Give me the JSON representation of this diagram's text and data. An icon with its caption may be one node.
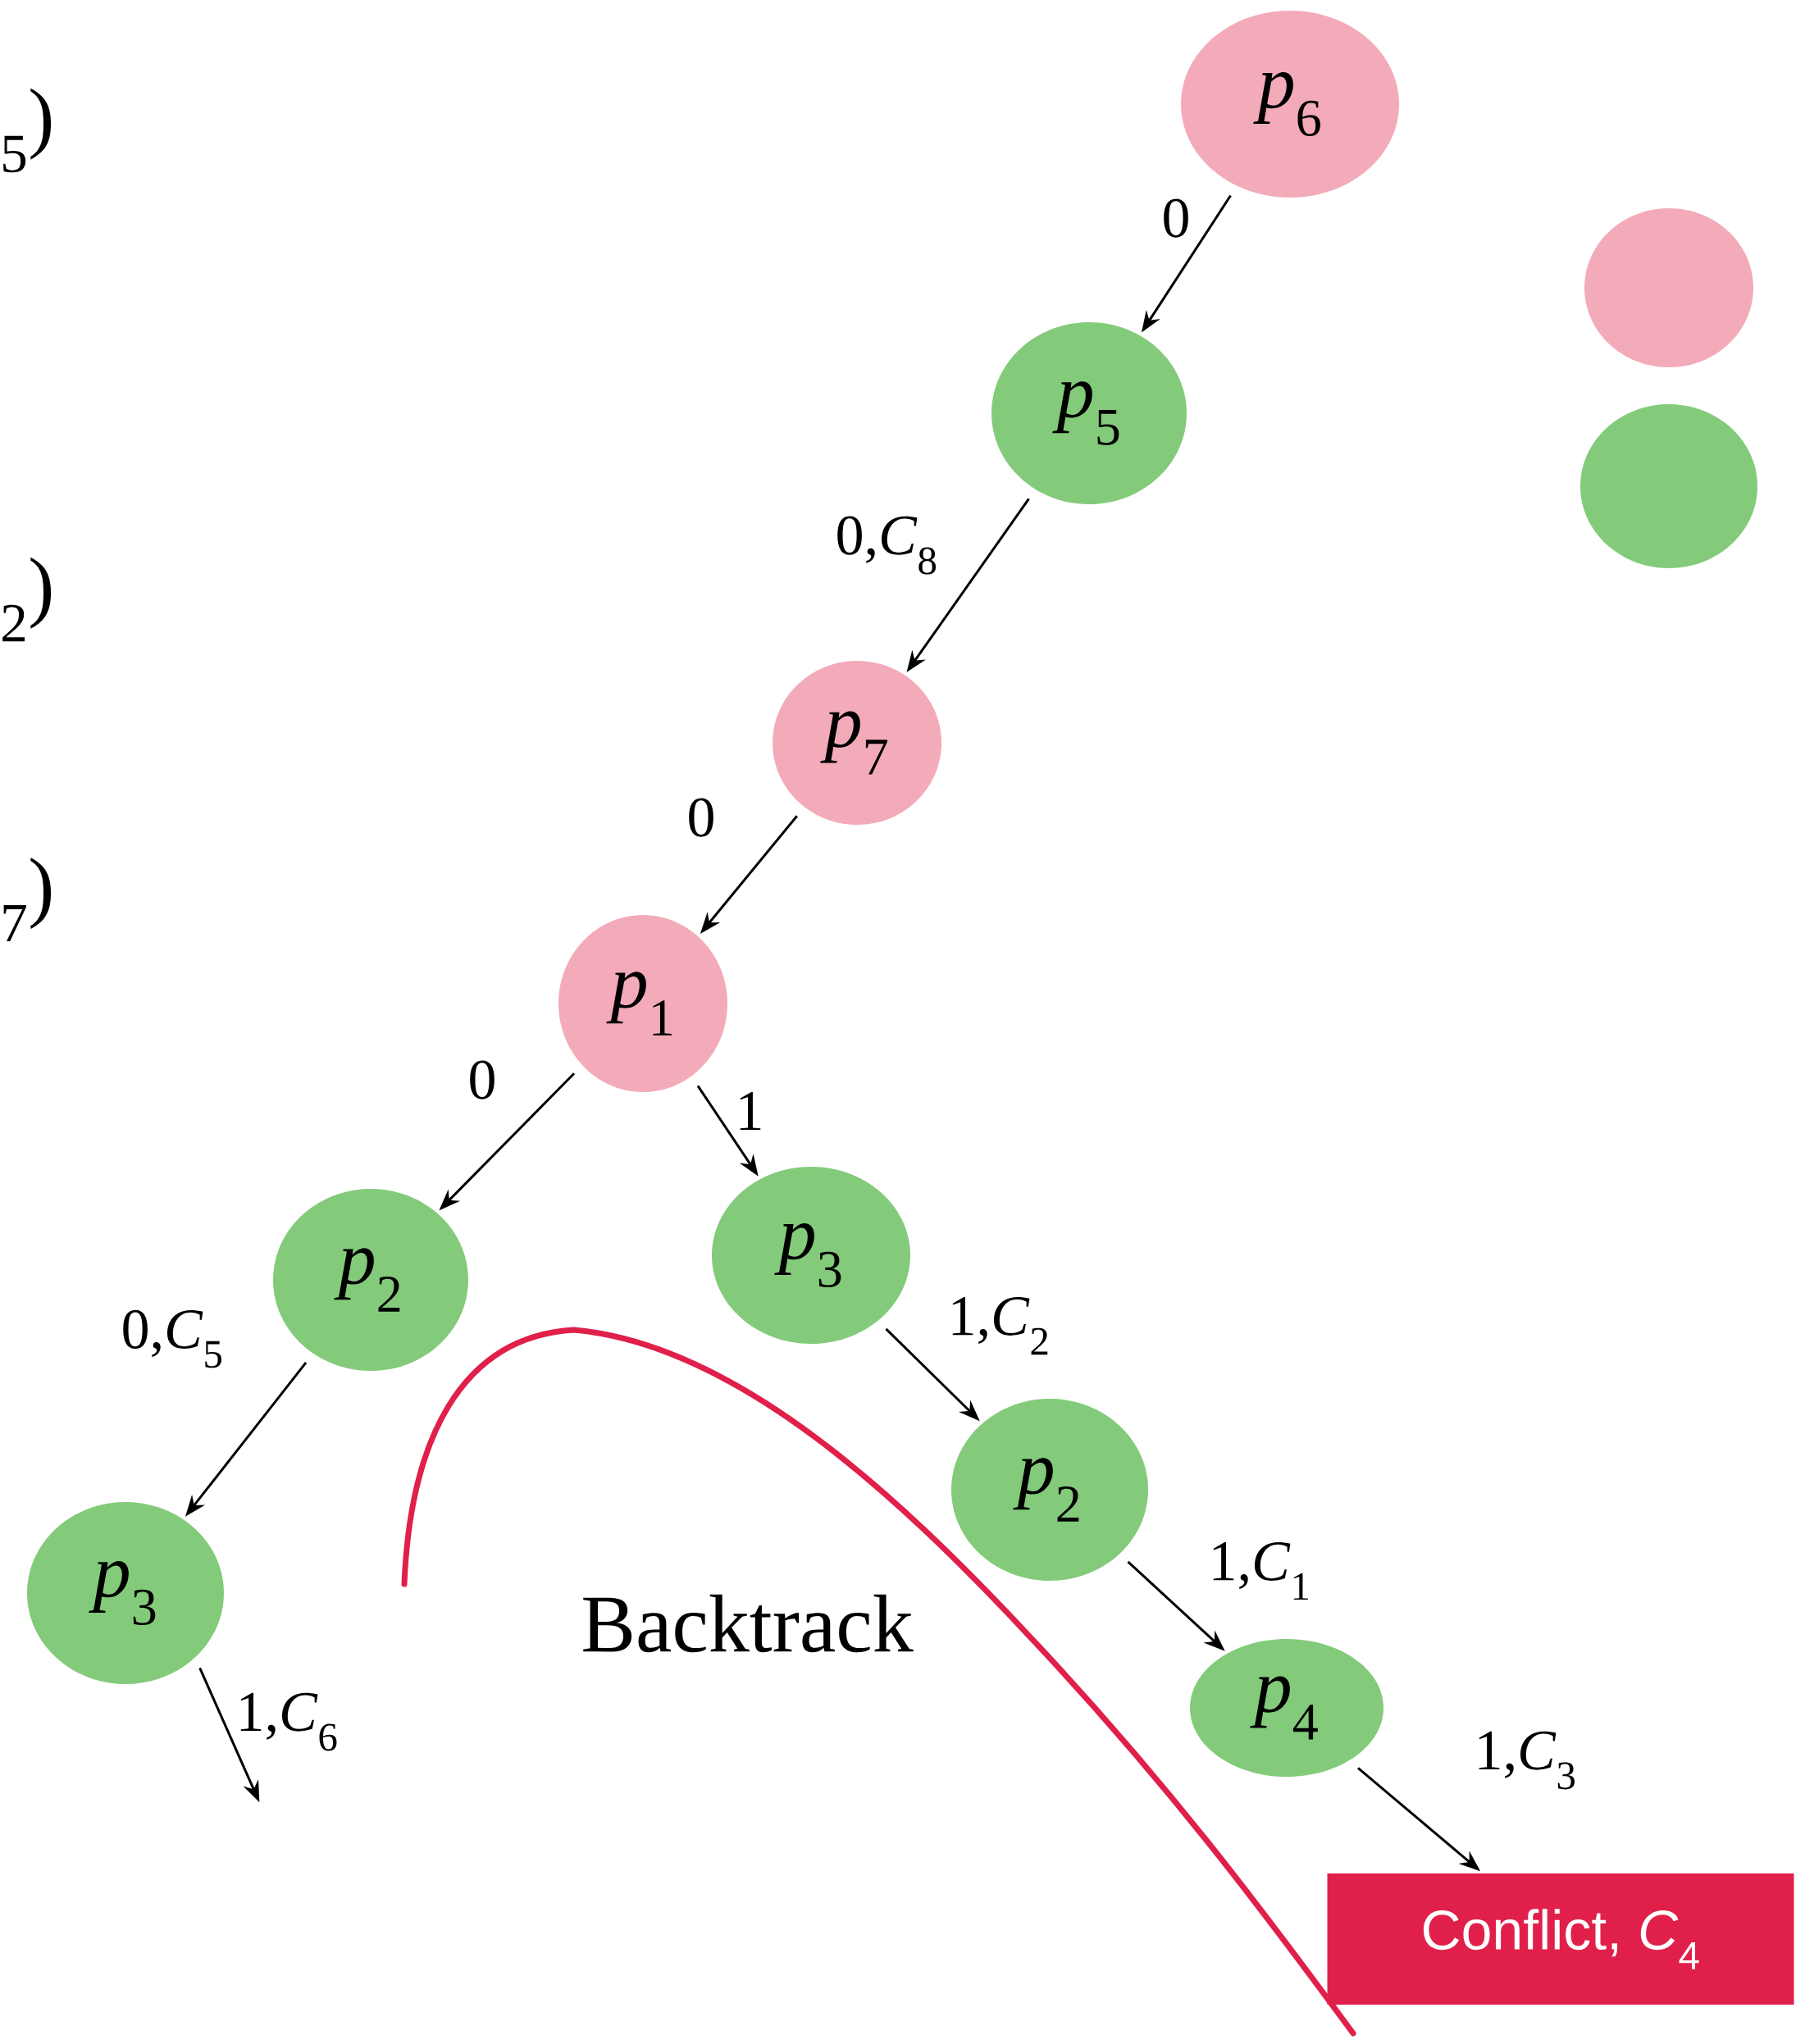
{
  "diagram": {
    "nodes": [
      {
        "text": [
          "*p*$_{6}$"
        ]
      },
      {
        "text": [
          "*p*$_{5}$"
        ]
      },
      {
        "text": [
          "*p*$_{7}$"
        ]
      },
      {
        "text": [
          "*p*$_{1}$"
        ]
      },
      {
        "text": [
          "*p*$_{2}$"
        ]
      },
      {
        "text": [
          "*p*$_{3}$"
        ]
      },
      {
        "text": [
          "*p*$_{3}$"
        ]
      },
      {
        "text": [
          "*p*$_{2}$"
        ]
      },
      {
        "text": [
          "*p*$_{4}$"
        ]
      },
      {
        "text": [
          "Conflict, *C*$_{4}$"
        ]
      },
      {
        "text": [],
        "shape": "circle"
      },
      {
        "text": [],
        "shape": "circle"
      }
    ],
    "edges": [
      {
        "from": 0,
        "to": 1,
        "arrow": "to",
        "label": "0"
      },
      {
        "from": 1,
        "to": 2,
        "arrow": "to",
        "label": "0,*C*$_{8}$"
      },
      {
        "from": 2,
        "to": 3,
        "arrow": "to",
        "label": "0"
      },
      {
        "from": 3,
        "to": 4,
        "arrow": "to",
        "label": "0"
      },
      {
        "from": 3,
        "to": 5,
        "arrow": "to",
        "label": "1"
      },
      {
        "from": 4,
        "to": 6,
        "arrow": "to",
        "label": "0,*C*$_{5}$"
      },
      {
        "from": 5,
        "to": 7,
        "arrow": "to",
        "label": "1,*C*$_{2}$"
      },
      {
        "from": 7,
        "to": 8,
        "arrow": "to",
        "label": "1,*C*$_{1}$"
      },
      {
        "from": 8,
        "to": 9,
        "arrow": "to",
        "label": "1,*C*$_{3}$"
      },
      {
        "from": 6,
        "to": null,
        "arrow": "to",
        "label": "1,*C*$_{6}$"
      }
    ],
    "labels": [
      "$_{5}$)",
      "$_{2}$)",
      "$_{7}$)",
      "Backtrack"
    ]
  }
}
